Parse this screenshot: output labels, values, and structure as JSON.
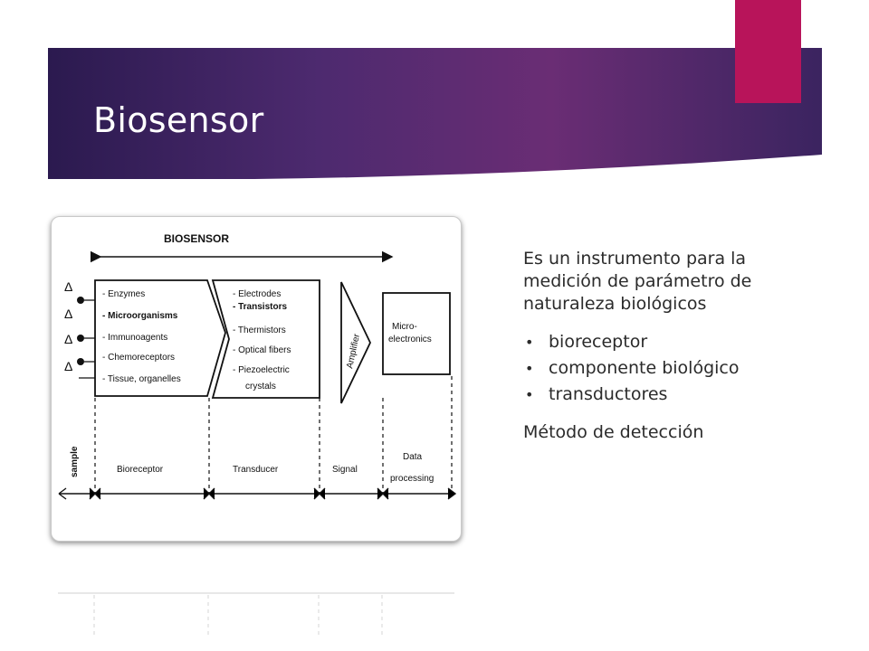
{
  "slide": {
    "title": "Biosensor",
    "accent_color": "#b8145a",
    "band_color": "#4d2a6f"
  },
  "diagram": {
    "heading": "BIOSENSOR",
    "bioreceptor_items": [
      "- Enzymes",
      "- Microorganisms",
      "- Immunoagents",
      "- Chemoreceptors",
      "- Tissue, organelles"
    ],
    "transducer_items": [
      "- Electrodes",
      "- Transistors",
      "- Thermistors",
      "- Optical fibers",
      "- Piezoelectric",
      "crystals"
    ],
    "amplifier_label": "Amplifier",
    "micro_label_1": "Micro-",
    "micro_label_2": "electronics",
    "sample_label": "sample",
    "stages": {
      "bioreceptor": "Bioreceptor",
      "transducer": "Transducer",
      "signal": "Signal",
      "data_1": "Data",
      "data_2": "processing"
    }
  },
  "content": {
    "description": "Es un instrumento para la medición de parámetro de naturaleza biológicos",
    "bullets": [
      "bioreceptor",
      " componente biológico",
      " transductores"
    ],
    "method": "Método de detección"
  }
}
